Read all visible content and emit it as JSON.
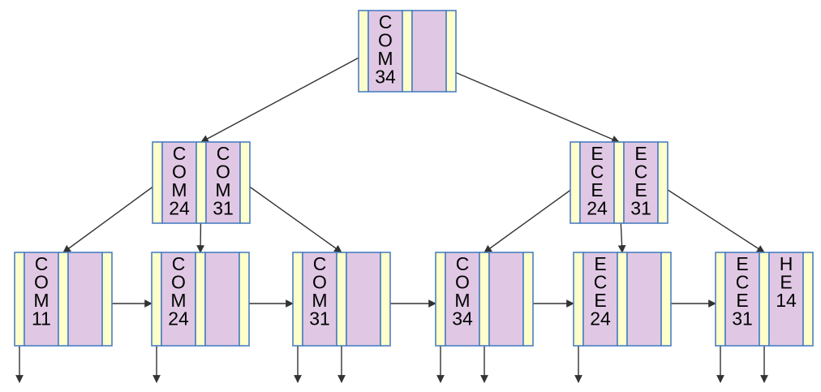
{
  "diagram": {
    "type": "b-plus-tree",
    "colors": {
      "pointer_cell": "#ffffcc",
      "key_cell": "#e0c8e4",
      "border": "#4a7fc1",
      "edge": "#333333",
      "background": "#ffffff"
    },
    "root": {
      "keys": [
        "COM34",
        ""
      ]
    },
    "internal_nodes": [
      {
        "keys": [
          "COM24",
          "COM31"
        ]
      },
      {
        "keys": [
          "ECE24",
          "ECE31"
        ]
      }
    ],
    "leaf_nodes": [
      {
        "keys": [
          "COM11",
          ""
        ]
      },
      {
        "keys": [
          "COM24",
          ""
        ]
      },
      {
        "keys": [
          "COM31",
          ""
        ]
      },
      {
        "keys": [
          "COM34",
          ""
        ]
      },
      {
        "keys": [
          "ECE24",
          ""
        ]
      },
      {
        "keys": [
          "ECE31",
          "HE14"
        ]
      }
    ]
  }
}
